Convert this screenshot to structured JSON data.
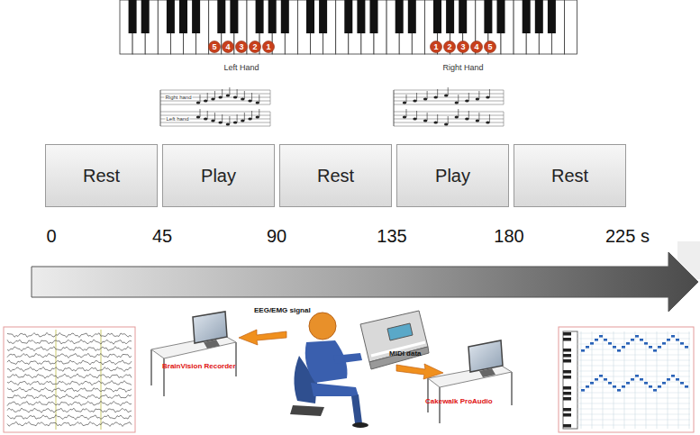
{
  "diagram": {
    "nodes": [
      {
        "text": [
          "Rest"
        ]
      },
      {
        "text": [
          "Play"
        ]
      },
      {
        "text": [
          "Rest"
        ]
      },
      {
        "text": [
          "Play"
        ]
      },
      {
        "text": [
          "Rest"
        ]
      }
    ],
    "edges": [],
    "labels": [
      "5",
      "4",
      "3",
      "2",
      "1",
      "1",
      "2",
      "3",
      "4",
      "5",
      "Left Hand",
      "Right Hand",
      "Right hand",
      "Left hand",
      "0",
      "45",
      "90",
      "135",
      "180",
      "225 s",
      "EEG/EMG signal",
      "BrainVision Recorder",
      "MIDI data",
      "Cakewalk ProAudio"
    ]
  }
}
